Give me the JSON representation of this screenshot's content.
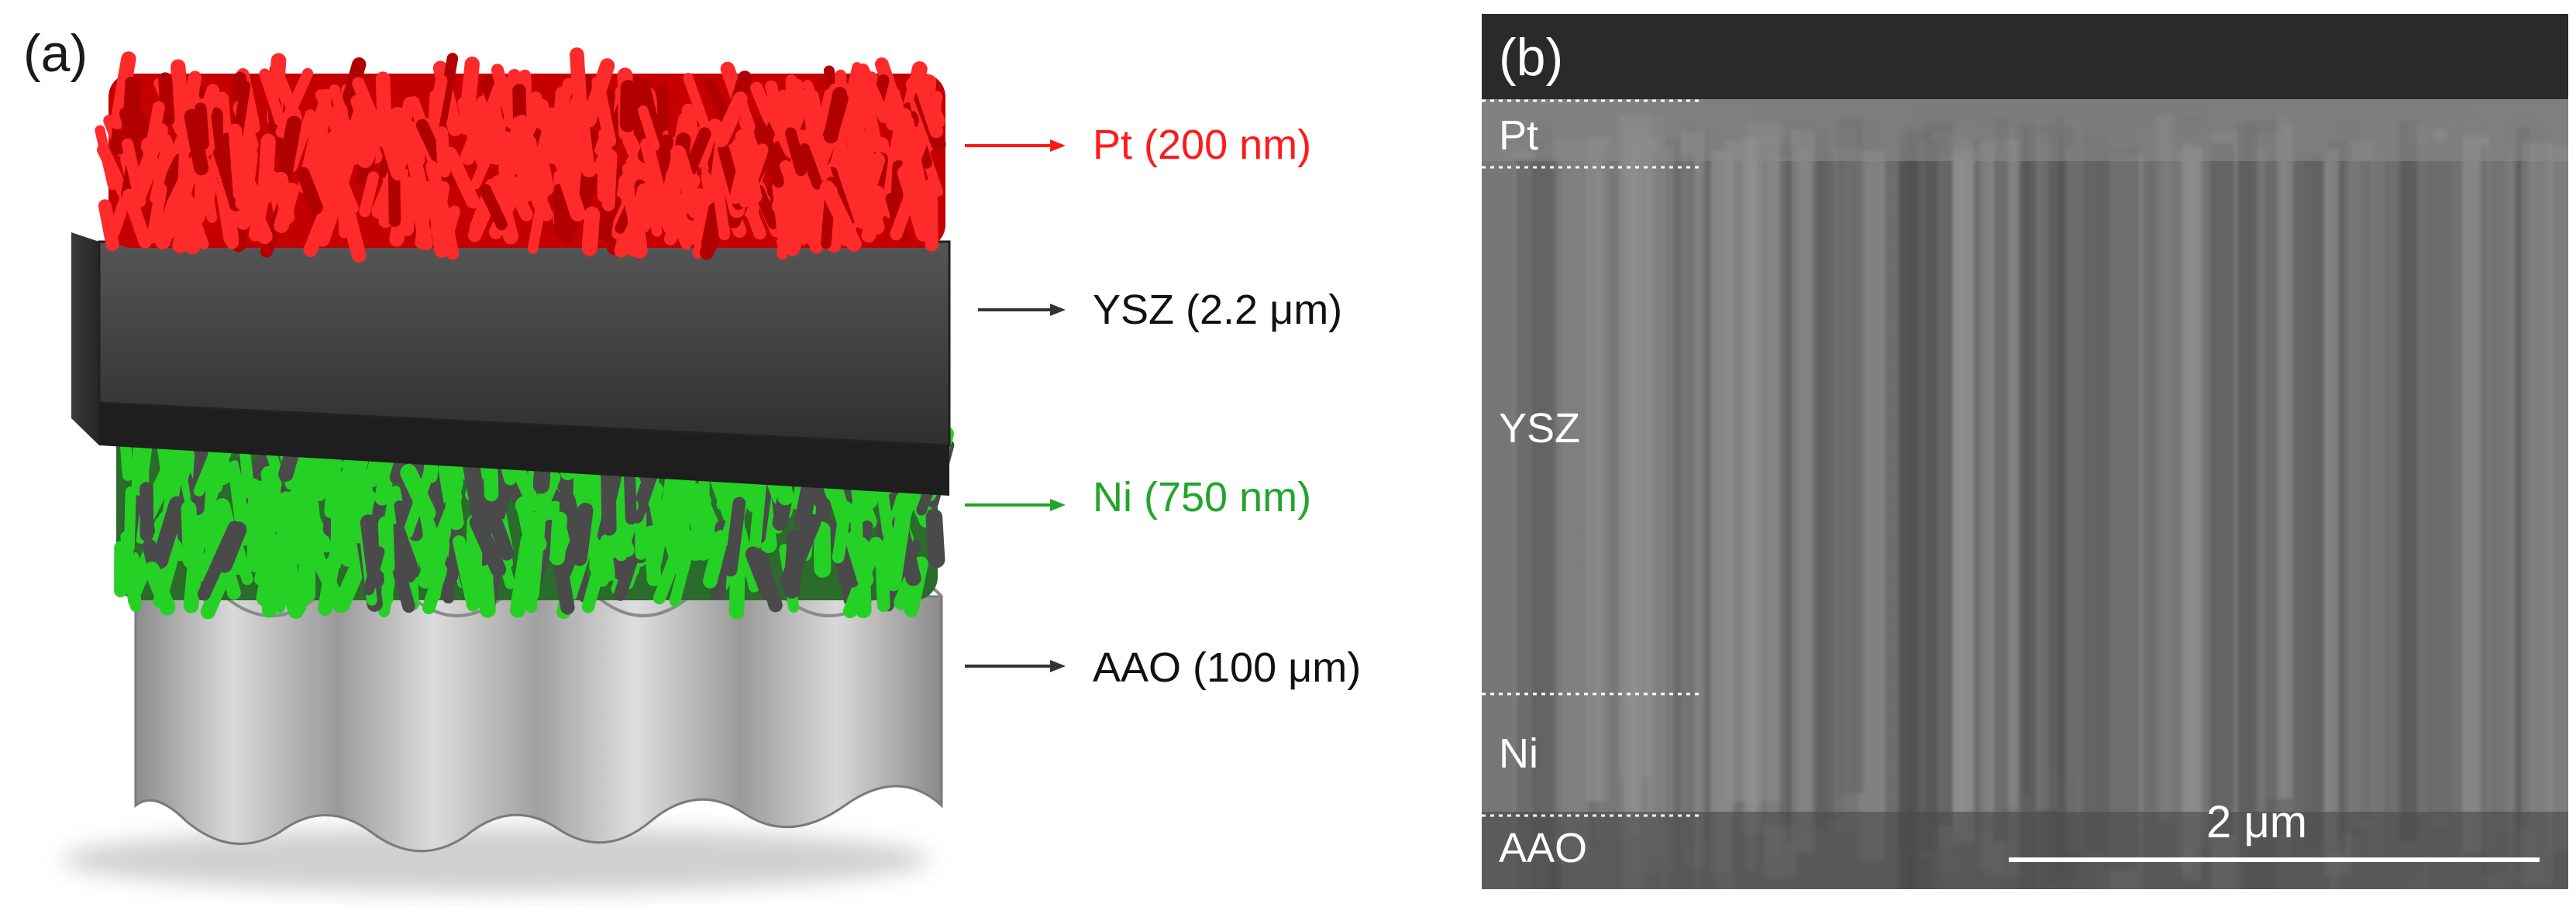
{
  "panel_a": {
    "label": "(a)",
    "layers": [
      {
        "label": "Pt (200 nm)",
        "color": "#ff1a1a"
      },
      {
        "label": "YSZ (2.2 μm)",
        "color": "#111111"
      },
      {
        "label": "Ni (750 nm)",
        "color": "#22a52a"
      },
      {
        "label": "AAO (100 μm)",
        "color": "#111111"
      }
    ]
  },
  "panel_b": {
    "label": "(b)",
    "layer_labels": {
      "pt": "Pt",
      "ysz": "YSZ",
      "ni": "Ni",
      "aao": "AAO"
    },
    "scale_bar": "2 μm"
  }
}
